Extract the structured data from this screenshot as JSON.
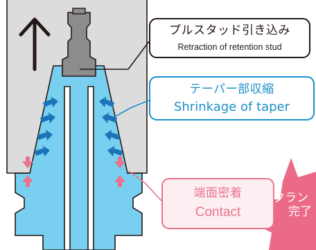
{
  "callouts": {
    "pull_stud": {
      "jp": "プルスタッド引き込み",
      "en": "Retraction of retention stud"
    },
    "taper": {
      "jp": "テーパー部収縮",
      "en": "Shrinkage of taper"
    },
    "contact": {
      "jp": "端面密着",
      "en": "Contact"
    }
  },
  "burst": {
    "line1": "クラン",
    "line2": "完了"
  },
  "colors": {
    "spindle_gray": "#dcdcdd",
    "holder_blue": "#79cff0",
    "outline": "#231815",
    "arrow_blue": "#1b73b8",
    "callout_blue": "#1b8fc9",
    "contact_pink": "#e8748c",
    "contact_fill": "#fdeef1",
    "burst_pink": "#ea6a87",
    "stud_gray": "#8c8c8c"
  },
  "icons": [
    "up-arrow-icon",
    "force-arrow-icon"
  ]
}
